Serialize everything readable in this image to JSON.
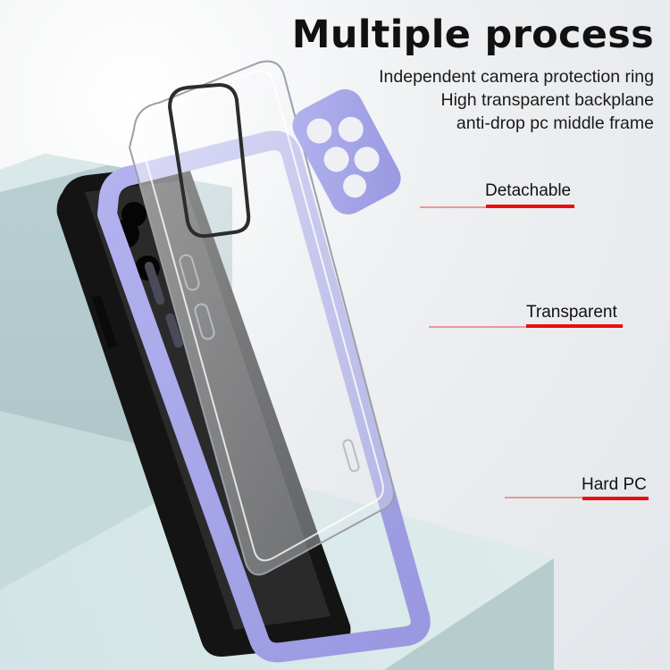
{
  "header": {
    "title": "Multiple process",
    "features": [
      "Independent camera protection ring",
      "High transparent backplane",
      "anti-drop pc middle frame"
    ]
  },
  "callouts": [
    {
      "label": "Detachable"
    },
    {
      "label": "Transparent"
    },
    {
      "label": "Hard PC"
    }
  ],
  "colors": {
    "accent_red": "#ee0d0d",
    "frame_lavender": "#a7a6ea",
    "pedestal_mint": "#c9dedf",
    "phone_black": "#151515"
  },
  "product": {
    "parts": [
      "camera-protection-ring",
      "transparent-back-cover",
      "lavender-bumper-frame",
      "black-phone"
    ]
  }
}
